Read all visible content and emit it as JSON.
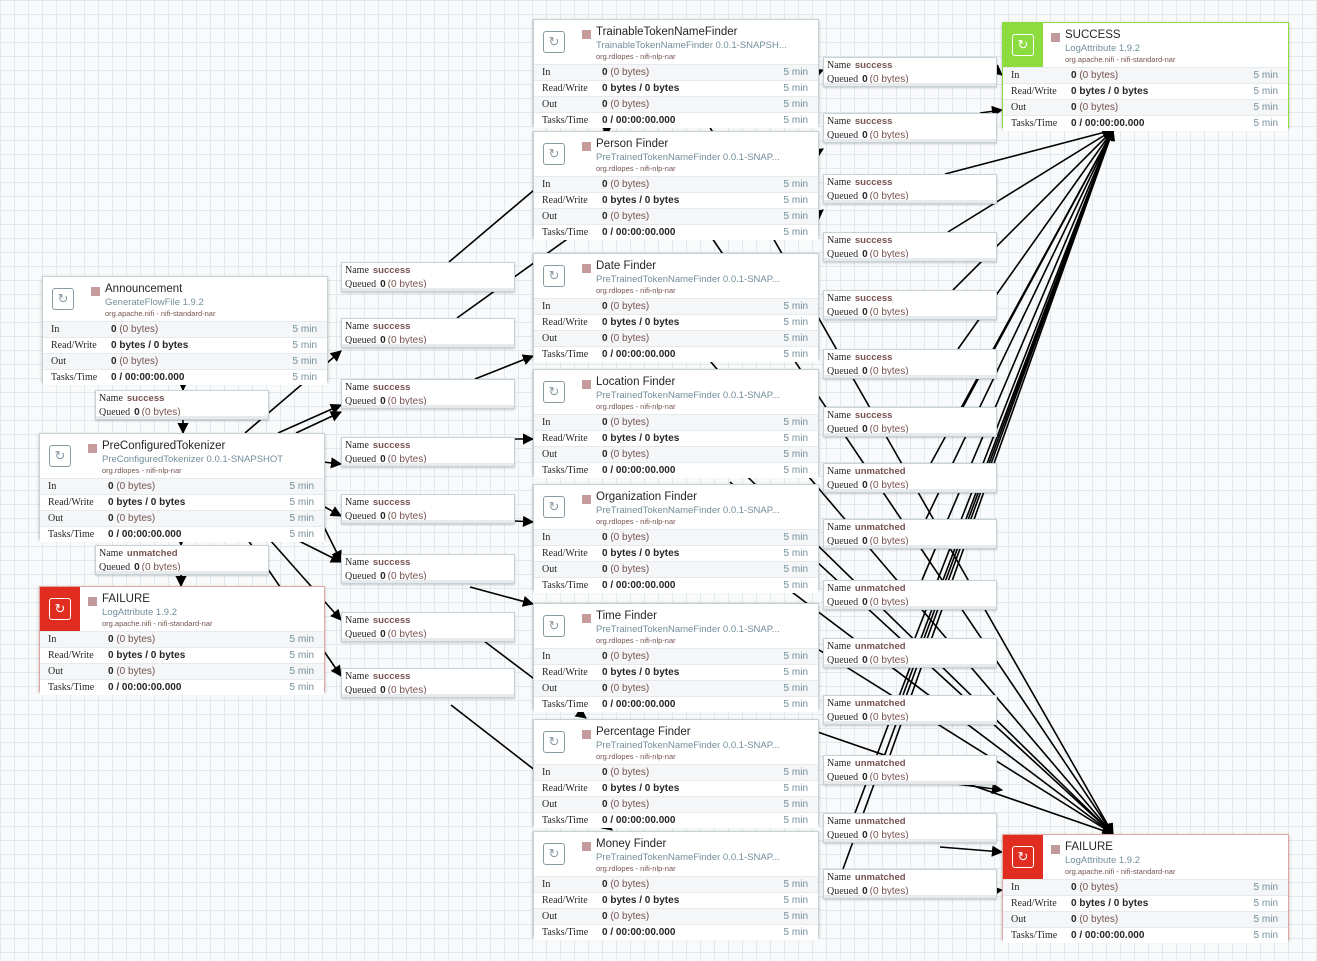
{
  "labels": {
    "in": "In",
    "read_write": "Read/Write",
    "out": "Out",
    "tasks_time": "Tasks/Time",
    "name": "Name",
    "queued": "Queued"
  },
  "stats_defaults": {
    "in_value": "0",
    "in_bytes": "(0 bytes)",
    "read_write_value": "0 bytes / 0 bytes",
    "out_value": "0",
    "out_bytes": "(0 bytes)",
    "tasks_value": "0 / 00:00:00.000",
    "window": "5 min"
  },
  "processors": [
    {
      "name": "Announcement",
      "type": "GenerateFlowFile 1.9.2",
      "bundle": "org.apache.nifi - nifi-standard-nar",
      "kind": "normal"
    },
    {
      "name": "PreConfiguredTokenizer",
      "type": "PreConfiguredTokenizer 0.0.1-SNAPSHOT",
      "bundle": "org.rdlopes - nifi-nlp-nar",
      "kind": "normal"
    },
    {
      "name": "FAILURE",
      "type": "LogAttribute 1.9.2",
      "bundle": "org.apache.nifi - nifi-standard-nar",
      "kind": "failure"
    },
    {
      "name": "TrainableTokenNameFinder",
      "type": "TrainableTokenNameFinder 0.0.1-SNAPSH...",
      "bundle": "org.rdlopes - nifi-nlp-nar",
      "kind": "normal"
    },
    {
      "name": "Person Finder",
      "type": "PreTrainedTokenNameFinder 0.0.1-SNAP...",
      "bundle": "org.rdlopes - nifi-nlp-nar",
      "kind": "normal"
    },
    {
      "name": "Date Finder",
      "type": "PreTrainedTokenNameFinder 0.0.1-SNAP...",
      "bundle": "org.rdlopes - nifi-nlp-nar",
      "kind": "normal"
    },
    {
      "name": "Location Finder",
      "type": "PreTrainedTokenNameFinder 0.0.1-SNAP...",
      "bundle": "org.rdlopes - nifi-nlp-nar",
      "kind": "normal"
    },
    {
      "name": "Organization Finder",
      "type": "PreTrainedTokenNameFinder 0.0.1-SNAP...",
      "bundle": "org.rdlopes - nifi-nlp-nar",
      "kind": "normal"
    },
    {
      "name": "Time Finder",
      "type": "PreTrainedTokenNameFinder 0.0.1-SNAP...",
      "bundle": "org.rdlopes - nifi-nlp-nar",
      "kind": "normal"
    },
    {
      "name": "Percentage Finder",
      "type": "PreTrainedTokenNameFinder 0.0.1-SNAP...",
      "bundle": "org.rdlopes - nifi-nlp-nar",
      "kind": "normal"
    },
    {
      "name": "Money Finder",
      "type": "PreTrainedTokenNameFinder 0.0.1-SNAP...",
      "bundle": "org.rdlopes - nifi-nlp-nar",
      "kind": "normal"
    },
    {
      "name": "SUCCESS",
      "type": "LogAttribute 1.9.2",
      "bundle": "org.apache.nifi - nifi-standard-nar",
      "kind": "success"
    },
    {
      "name": "FAILURE",
      "type": "LogAttribute 1.9.2",
      "bundle": "org.apache.nifi - nifi-standard-nar",
      "kind": "failure"
    }
  ],
  "connections": [
    {
      "name": "success",
      "queued_count": "0",
      "queued_bytes": "(0 bytes)"
    },
    {
      "name": "unmatched",
      "queued_count": "0",
      "queued_bytes": "(0 bytes)"
    },
    {
      "name": "success",
      "queued_count": "0",
      "queued_bytes": "(0 bytes)"
    },
    {
      "name": "success",
      "queued_count": "0",
      "queued_bytes": "(0 bytes)"
    },
    {
      "name": "success",
      "queued_count": "0",
      "queued_bytes": "(0 bytes)"
    },
    {
      "name": "success",
      "queued_count": "0",
      "queued_bytes": "(0 bytes)"
    },
    {
      "name": "success",
      "queued_count": "0",
      "queued_bytes": "(0 bytes)"
    },
    {
      "name": "success",
      "queued_count": "0",
      "queued_bytes": "(0 bytes)"
    },
    {
      "name": "success",
      "queued_count": "0",
      "queued_bytes": "(0 bytes)"
    },
    {
      "name": "success",
      "queued_count": "0",
      "queued_bytes": "(0 bytes)"
    },
    {
      "name": "success",
      "queued_count": "0",
      "queued_bytes": "(0 bytes)"
    },
    {
      "name": "success",
      "queued_count": "0",
      "queued_bytes": "(0 bytes)"
    },
    {
      "name": "success",
      "queued_count": "0",
      "queued_bytes": "(0 bytes)"
    },
    {
      "name": "success",
      "queued_count": "0",
      "queued_bytes": "(0 bytes)"
    },
    {
      "name": "success",
      "queued_count": "0",
      "queued_bytes": "(0 bytes)"
    },
    {
      "name": "success",
      "queued_count": "0",
      "queued_bytes": "(0 bytes)"
    },
    {
      "name": "success",
      "queued_count": "0",
      "queued_bytes": "(0 bytes)"
    },
    {
      "name": "unmatched",
      "queued_count": "0",
      "queued_bytes": "(0 bytes)"
    },
    {
      "name": "unmatched",
      "queued_count": "0",
      "queued_bytes": "(0 bytes)"
    },
    {
      "name": "unmatched",
      "queued_count": "0",
      "queued_bytes": "(0 bytes)"
    },
    {
      "name": "unmatched",
      "queued_count": "0",
      "queued_bytes": "(0 bytes)"
    },
    {
      "name": "unmatched",
      "queued_count": "0",
      "queued_bytes": "(0 bytes)"
    },
    {
      "name": "unmatched",
      "queued_count": "0",
      "queued_bytes": "(0 bytes)"
    },
    {
      "name": "unmatched",
      "queued_count": "0",
      "queued_bytes": "(0 bytes)"
    },
    {
      "name": "unmatched",
      "queued_count": "0",
      "queued_bytes": "(0 bytes)"
    }
  ],
  "colors": {
    "failure": "#e12d20",
    "success": "#8ddc3f",
    "relationship": "#775351",
    "type_text": "#728e9b",
    "grid": "#e3e8eb"
  }
}
